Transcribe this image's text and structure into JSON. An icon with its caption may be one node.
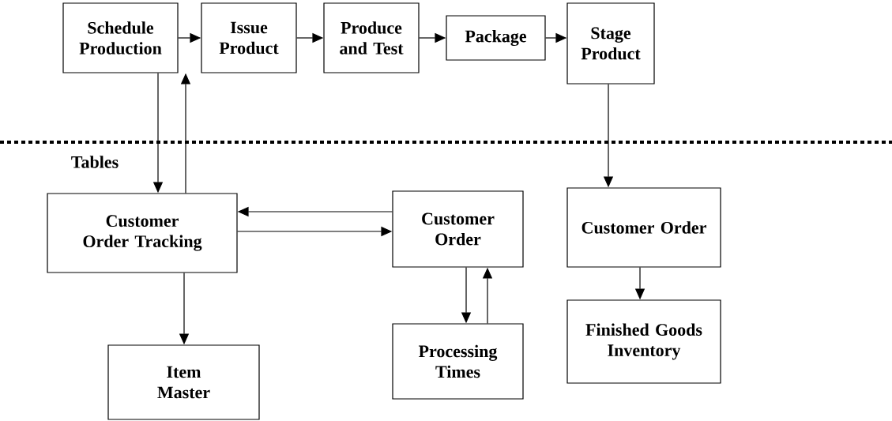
{
  "diagram": {
    "nodes": [
      {
        "text": [
          "Schedule Production"
        ]
      },
      {
        "text": [
          "Issue Product"
        ]
      },
      {
        "text": [
          "Produce and Test"
        ]
      },
      {
        "text": [
          "Package"
        ]
      },
      {
        "text": [
          "Stage Product"
        ]
      },
      {
        "text": [
          "Customer Order Tracking"
        ]
      },
      {
        "text": [
          "Customer Order"
        ]
      },
      {
        "text": [
          "Customer Order"
        ]
      },
      {
        "text": [
          "Item Master"
        ]
      },
      {
        "text": [
          "Processing Times"
        ]
      },
      {
        "text": [
          "Finished Goods Inventory"
        ]
      }
    ],
    "edges": [
      {
        "from": 0,
        "to": 1,
        "arrow": "to"
      },
      {
        "from": 1,
        "to": 2,
        "arrow": "to"
      },
      {
        "from": 2,
        "to": 3,
        "arrow": "to"
      },
      {
        "from": 3,
        "to": 4,
        "arrow": "to"
      },
      {
        "from": 0,
        "to": 5,
        "arrow": "to"
      },
      {
        "from": 5,
        "to": 0,
        "arrow": "to"
      },
      {
        "from": 6,
        "to": 5,
        "arrow": "to"
      },
      {
        "from": 5,
        "to": 6,
        "arrow": "to"
      },
      {
        "from": 5,
        "to": 8,
        "arrow": "to"
      },
      {
        "from": 6,
        "to": 9,
        "arrow": "to"
      },
      {
        "from": 9,
        "to": 6,
        "arrow": "to"
      },
      {
        "from": 4,
        "to": 7,
        "arrow": "to"
      },
      {
        "from": 7,
        "to": 10,
        "arrow": "to"
      }
    ],
    "labels": [
      "Tables"
    ]
  }
}
